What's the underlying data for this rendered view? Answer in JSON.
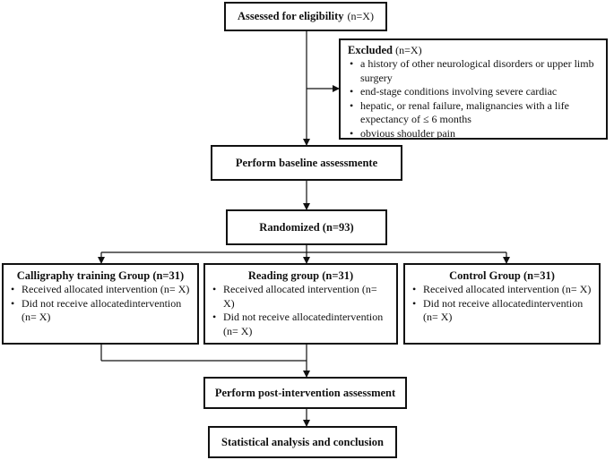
{
  "eligibility": {
    "label": "Assessed for eligibility",
    "count": "(n=X)"
  },
  "excluded": {
    "label": "Excluded",
    "count": "(n=X)",
    "items": [
      "a history of other neurological disorders or upper limb surgery",
      "end-stage conditions involving severe cardiac",
      "hepatic, or renal failure, malignancies with a life expectancy of ≤ 6 months",
      "obvious shoulder pain"
    ]
  },
  "baseline": {
    "label": "Perform baseline assessmente"
  },
  "randomized": {
    "label": "Randomized (n=93)"
  },
  "groups": [
    {
      "title": "Calligraphy training  Group (n=31)",
      "received": "Received allocated intervention (n= X)",
      "not_received": "Did not receive allocatedintervention (n= X)"
    },
    {
      "title": "Reading group (n=31)",
      "received": "Received allocated intervention (n= X)",
      "not_received": "Did not receive allocatedintervention (n= X)"
    },
    {
      "title": "Control Group (n=31)",
      "received": "Received allocated intervention (n= X)",
      "not_received": "Did not receive allocatedintervention (n= X)"
    }
  ],
  "post": {
    "label": "Perform post-intervention assessment"
  },
  "analysis": {
    "label": "Statistical analysis and conclusion"
  }
}
